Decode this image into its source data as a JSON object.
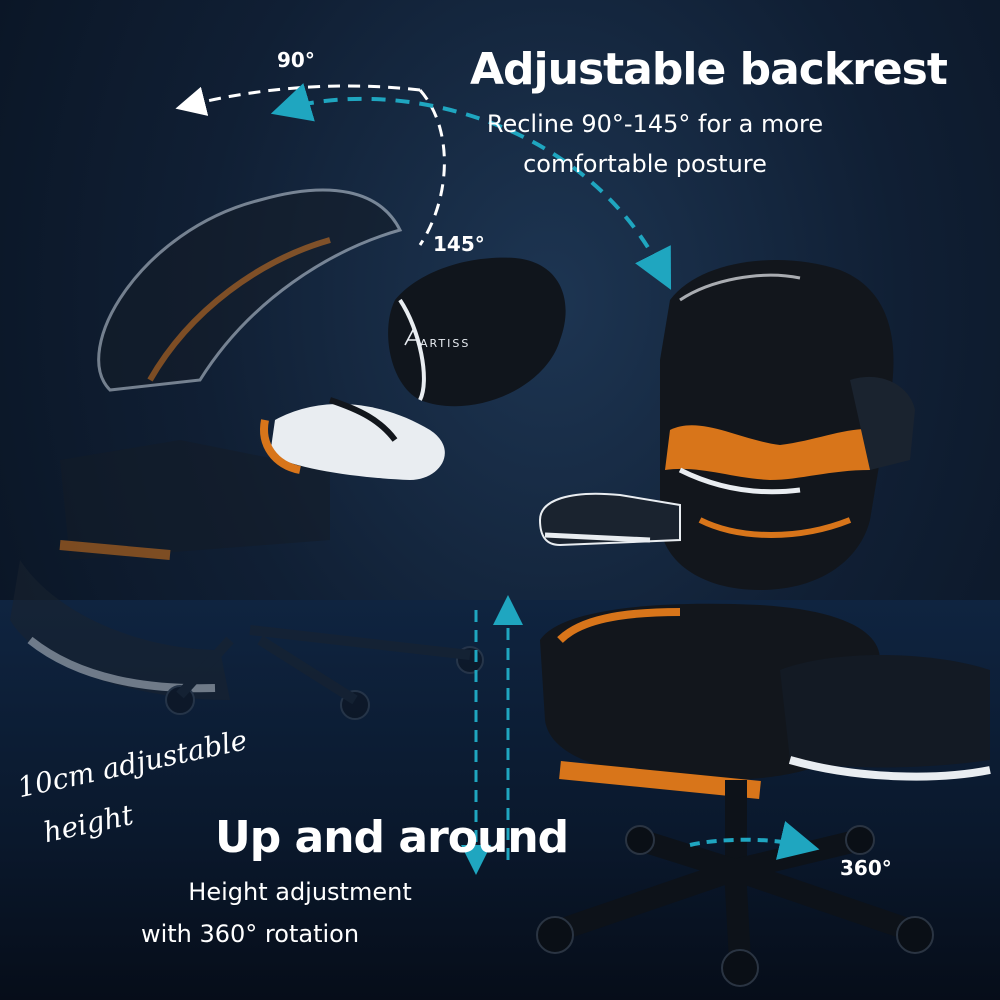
{
  "backrest": {
    "heading": "Adjustable backrest",
    "line1": "Recline 90°-145° for a more",
    "line2": "comfortable posture",
    "angle_start": "90°",
    "angle_end": "145°"
  },
  "height": {
    "heading": "Up and around",
    "line1": "Height adjustment",
    "line2": "with 360° rotation",
    "handwritten_line1": "10cm adjustable",
    "handwritten_line2": "height",
    "rotation_label": "360°"
  },
  "brand": {
    "logo_text": "ARTISS"
  },
  "colors": {
    "background": "#0b1626",
    "accent_orange": "#d8751a",
    "seat_white": "#e9edf1",
    "seat_black": "#12161c",
    "arrow_teal": "#1fa6c0"
  }
}
